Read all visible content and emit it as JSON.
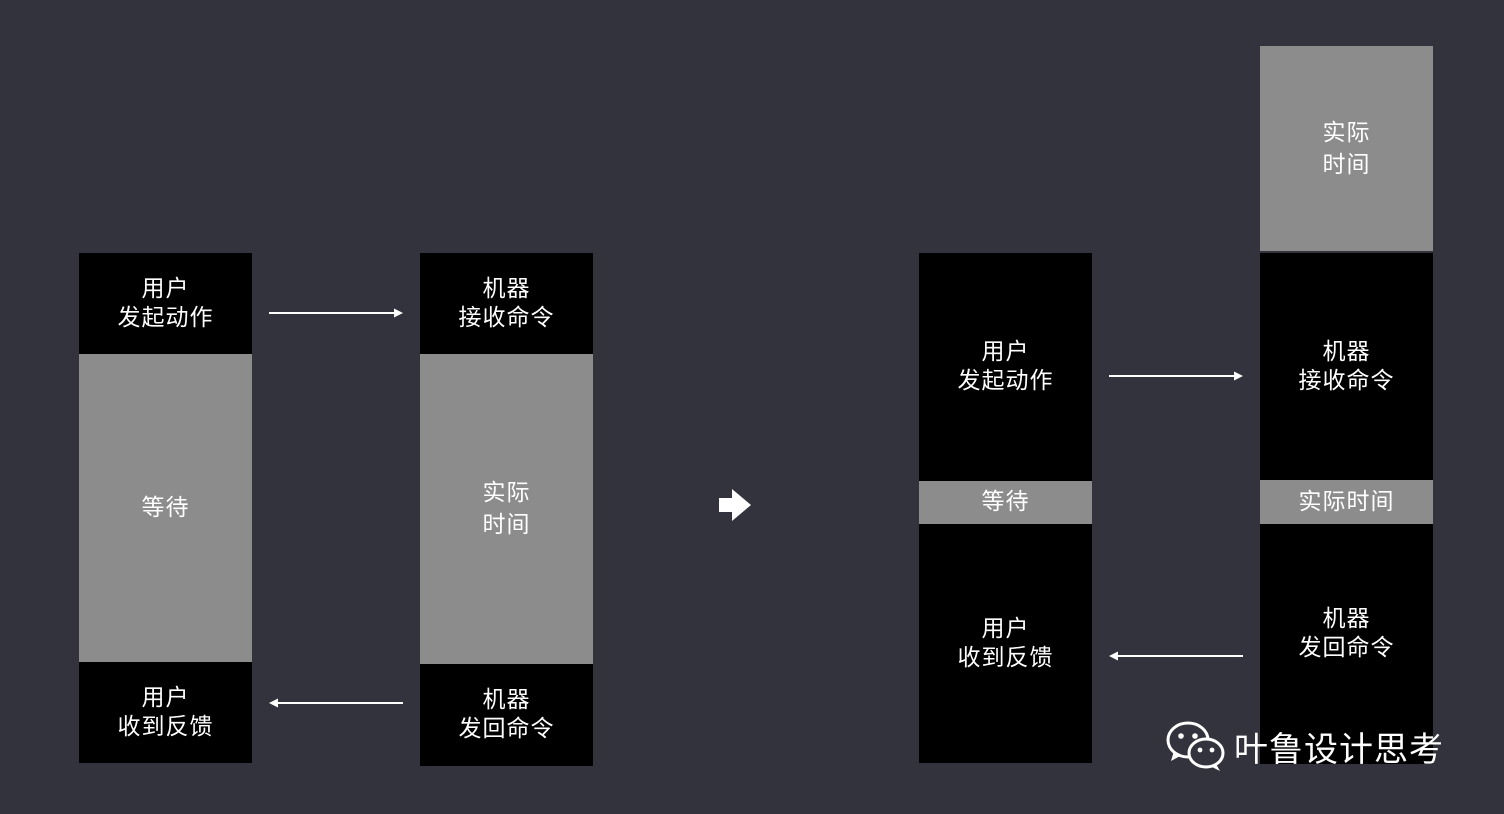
{
  "left": {
    "user_action": {
      "line1": "用户",
      "line2": "发起动作"
    },
    "wait": "等待",
    "user_feedback": {
      "line1": "用户",
      "line2": "收到反馈"
    },
    "machine_receive": {
      "line1": "机器",
      "line2": "接收命令"
    },
    "actual_time": {
      "line1": "实际",
      "line2": "时间"
    },
    "machine_send": {
      "line1": "机器",
      "line2": "发回命令"
    }
  },
  "right": {
    "actual_time_top": {
      "line1": "实际",
      "line2": "时间"
    },
    "user_action": {
      "line1": "用户",
      "line2": "发起动作"
    },
    "wait": "等待",
    "user_feedback": {
      "line1": "用户",
      "line2": "收到反馈"
    },
    "machine_receive": {
      "line1": "机器",
      "line2": "接收命令"
    },
    "actual_time": "实际时间",
    "machine_send": {
      "line1": "机器",
      "line2": "发回命令"
    }
  },
  "watermark": {
    "text": "叶鲁设计思考",
    "icon": "wechat-icon"
  },
  "colors": {
    "background": "#33333d",
    "dark_block": "#000000",
    "gray_block": "#8c8c8c",
    "text": "#ffffff"
  }
}
